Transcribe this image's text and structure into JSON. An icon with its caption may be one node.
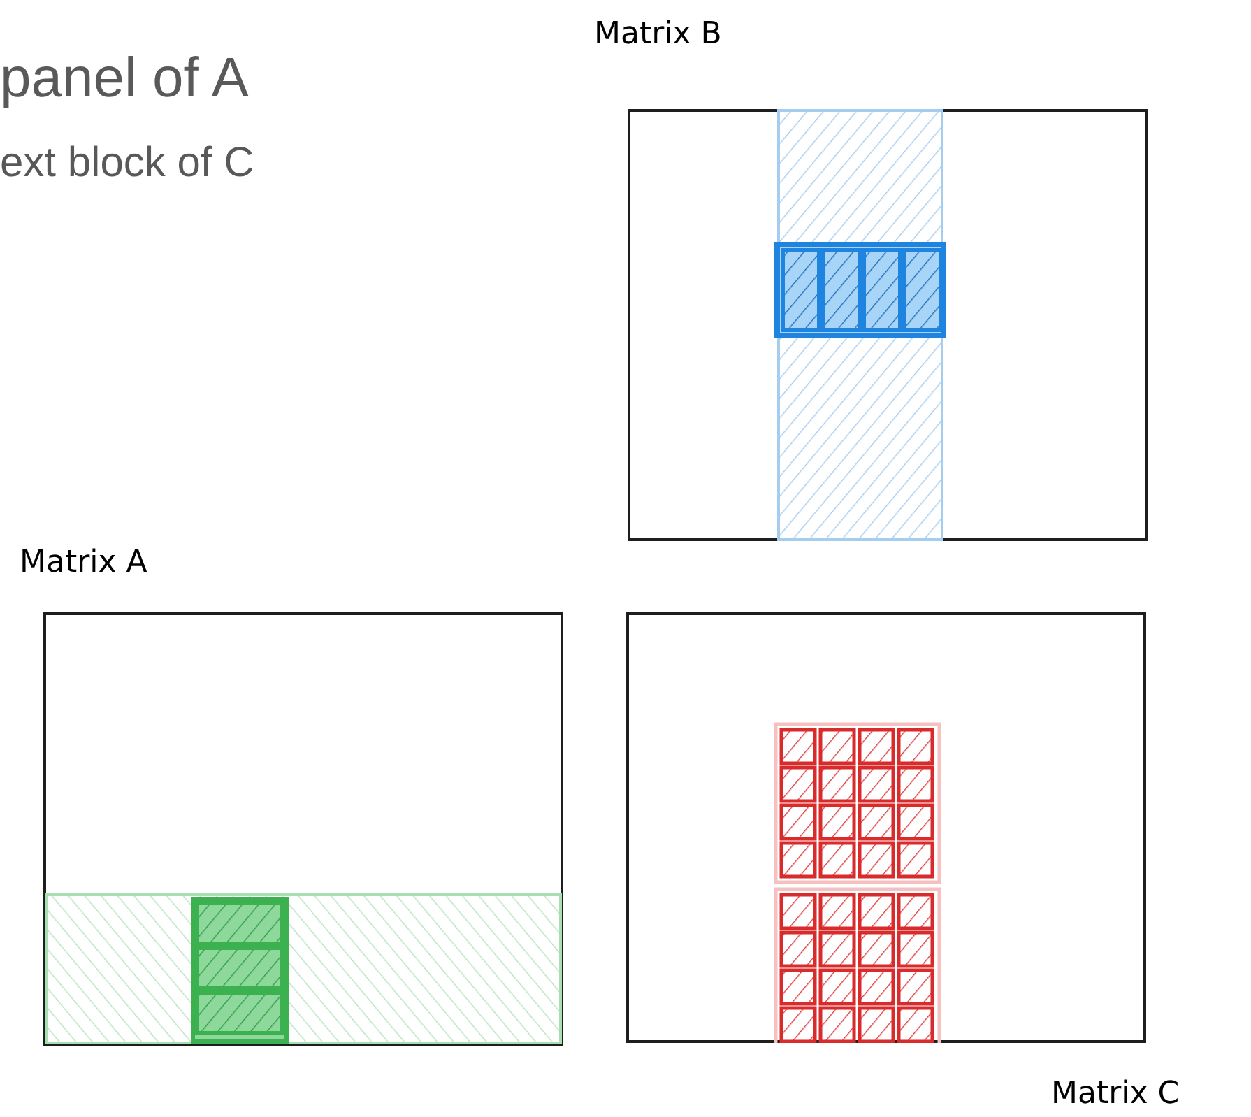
{
  "diagram": {
    "nodes": [
      {
        "text": [
          "Matrix B"
        ]
      },
      {
        "text": [
          "Matrix A"
        ]
      },
      {
        "text": [
          "Matrix C"
        ]
      }
    ],
    "labels": [
      "panel of A",
      "ext block of C"
    ]
  }
}
